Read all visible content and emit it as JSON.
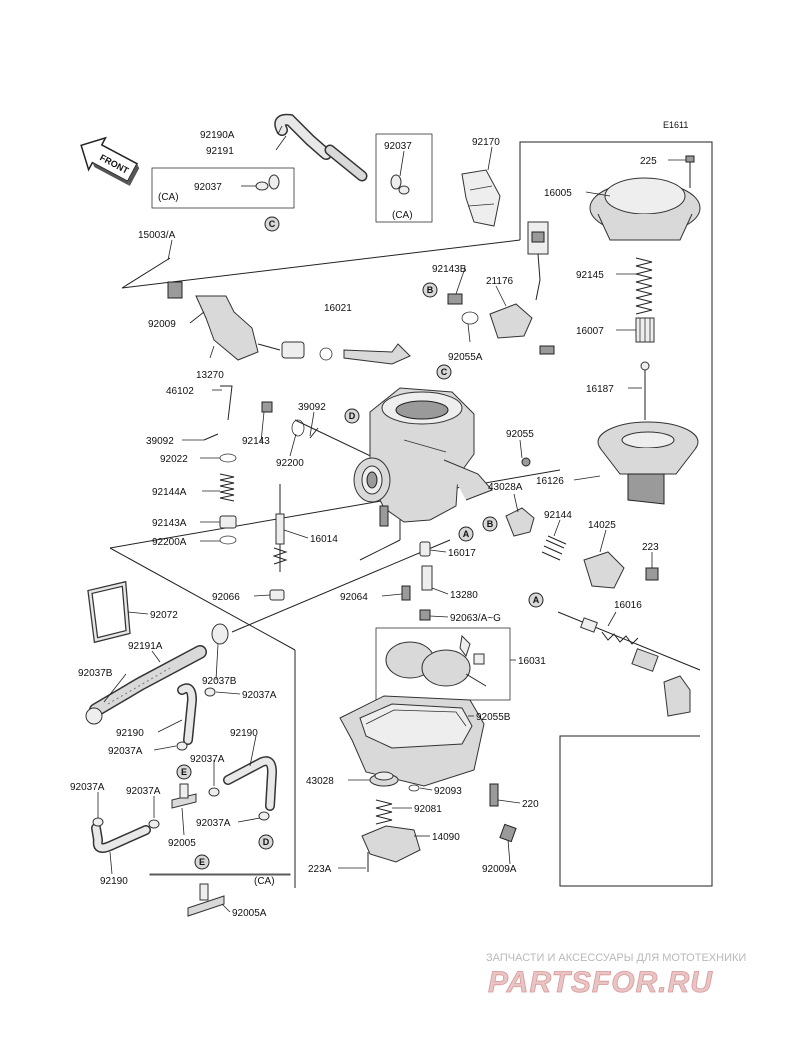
{
  "diagram": {
    "code": "E1611",
    "front_label": "FRONT",
    "callouts": {
      "c92190A": "92190A",
      "c92191": "92191",
      "c92037top": "92037",
      "ca1": "(CA)",
      "c92037left": "92037",
      "ca2": "(CA)",
      "c92170": "92170",
      "c225": "225",
      "c16005": "16005",
      "c15003": "15003/A",
      "c92143B": "92143B",
      "c21176": "21176",
      "c92145": "92145",
      "c92009": "92009",
      "c16021": "16021",
      "c16007": "16007",
      "c92055A": "92055A",
      "c13270": "13270",
      "c46102": "46102",
      "c16187": "16187",
      "c39092a": "39092",
      "c92143": "92143",
      "c39092b": "39092",
      "c92055": "92055",
      "c92022": "92022",
      "c92200": "92200",
      "c16126": "16126",
      "c43028A": "43028A",
      "c92144A": "92144A",
      "c92144": "92144",
      "c14025": "14025",
      "c92143A": "92143A",
      "c92200A": "92200A",
      "c16014": "16014",
      "c223": "223",
      "c16017": "16017",
      "c92066": "92066",
      "c92064": "92064",
      "c13280": "13280",
      "c16016": "16016",
      "c92072": "92072",
      "c92063": "92063/A~G",
      "c92191A": "92191A",
      "c16031": "16031",
      "c92037B1": "92037B",
      "c92037B2": "92037B",
      "c92037A1": "92037A",
      "c92190a": "92190",
      "c92055B": "92055B",
      "c92037A2": "92037A",
      "c92037A3": "92037A",
      "c92190b": "92190",
      "c43028": "43028",
      "c92093": "92093",
      "c92037A4": "92037A",
      "c92037A5": "92037A",
      "c92081": "92081",
      "c220": "220",
      "c92005": "92005",
      "c92037A6": "92037A",
      "c14090": "14090",
      "c223A": "223A",
      "c92009A": "92009A",
      "c92190c": "92190",
      "ca3": "(CA)",
      "c92005A": "92005A"
    },
    "markers": {
      "mC1": "C",
      "mB1": "B",
      "mC2": "C",
      "mD1": "D",
      "mA1": "A",
      "mB2": "B",
      "mA2": "A",
      "mE1": "E",
      "mD2": "D",
      "mE2": "E"
    }
  },
  "watermark": {
    "tagline": "ЗАПЧАСТИ И АКСЕССУАРЫ ДЛЯ МОТОТЕХНИКИ",
    "brand": "PARTSFOR.RU"
  }
}
